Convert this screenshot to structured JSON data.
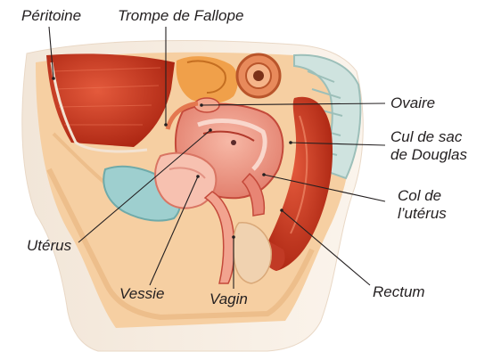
{
  "labels": {
    "peritoine": "Péritoine",
    "trompe": "Trompe de Fallope",
    "ovaire": "Ovaire",
    "cul_line1": "Cul de sac",
    "cul_line2": "de Douglas",
    "col_line1": "Col de",
    "col_line2": "l’utérus",
    "uterus": "Utérus",
    "vessie": "Vessie",
    "vagin": "Vagin",
    "rectum": "Rectum"
  },
  "colors": {
    "tissue": "#f4c9a3",
    "muscle": "#c9301e",
    "organ_pink": "#ec8f85",
    "bladder": "#9ecfcf",
    "bone": "#e8b86b",
    "leader": "#231f20"
  }
}
